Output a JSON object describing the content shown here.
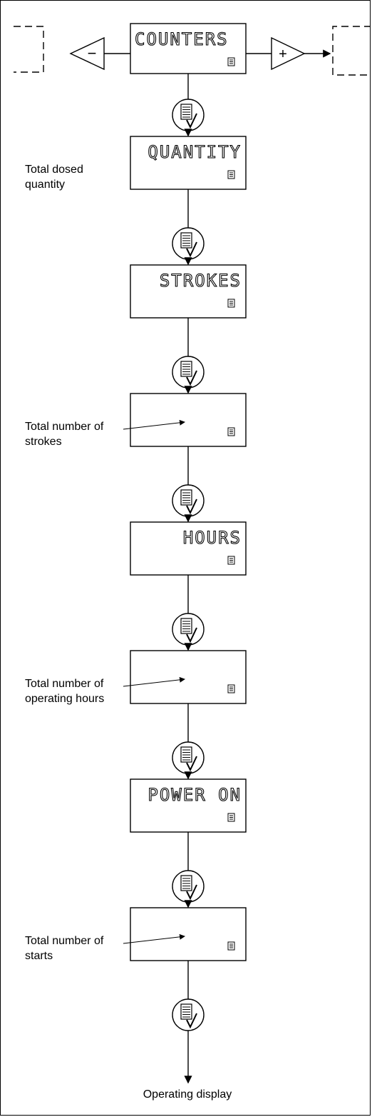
{
  "menu": {
    "title": "COUNTERS",
    "minus_key": "−",
    "plus_key": "+"
  },
  "screens": [
    {
      "display": "QUANTITY",
      "label": "Total dosed quantity"
    },
    {
      "display": "STROKES",
      "label": ""
    },
    {
      "display": "",
      "label": "Total number of strokes"
    },
    {
      "display": "HOURS",
      "label": ""
    },
    {
      "display": "",
      "label": "Total number of operating hours"
    },
    {
      "display": "POWER ON",
      "label": ""
    },
    {
      "display": "",
      "label": "Total number of starts"
    }
  ],
  "exit_label": "Operating display",
  "icons": {
    "confirm_key": "menu-confirm-icon",
    "menu_indicator": "menu-indicator-icon"
  }
}
